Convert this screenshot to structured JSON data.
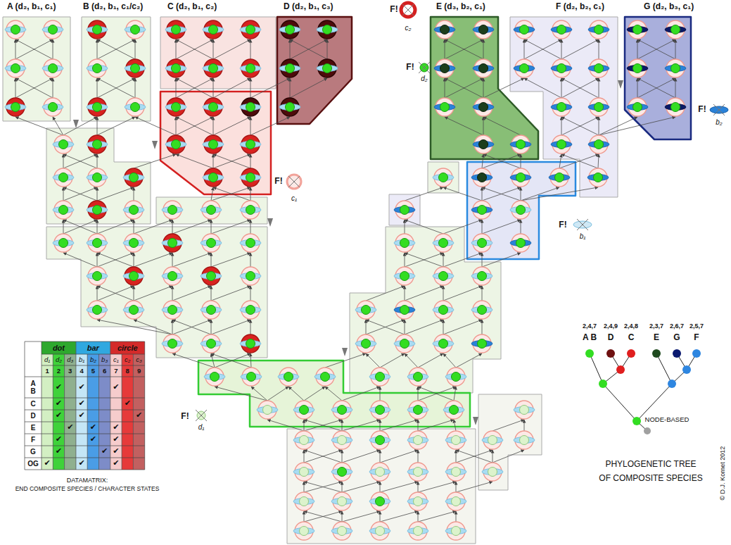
{
  "diagram": {
    "nodes": [
      {
        "text": [
          "A (d₂, b₁, c₁)"
        ]
      },
      {
        "text": [
          "B (d₂, b₁, c₁/c₂)"
        ]
      },
      {
        "text": [
          "C (d₂, b₁, c₂)"
        ]
      },
      {
        "text": [
          "D (d₂, b₁, c₃)"
        ]
      },
      {
        "text": [
          "E (d₃, b₂, c₁)"
        ]
      },
      {
        "text": [
          "F (d₂, b₂, c₁)"
        ]
      },
      {
        "text": [
          "G (d₂, b₃, c₁)"
        ]
      }
    ],
    "labels": [
      "F!",
      "c₂",
      "F!",
      "d₂",
      "F!",
      "b₂",
      "F!",
      "c₁",
      "F!",
      "b₁",
      "F!",
      "d₁",
      "dot",
      "bar",
      "circle",
      "d₁",
      "d₂",
      "d₃",
      "b₁",
      "b₂",
      "b₃",
      "c₁",
      "c₂",
      "c₃",
      "1",
      "2",
      "3",
      "4",
      "5",
      "6",
      "7",
      "8",
      "9",
      "A B",
      "C",
      "D",
      "E",
      "F",
      "G",
      "OG",
      "✔",
      "✔",
      "✔",
      "✔",
      "✔",
      "✔",
      "✔",
      "✔",
      "✔",
      "✔",
      "✔",
      "✔",
      "✔",
      "✔",
      "✔",
      "✔",
      "✔",
      "✔",
      "✔",
      "✔",
      "✔",
      "DATAMATRIX:",
      "END COMPOSITE SPECIES / CHARACTER STATES",
      "2,4,7",
      "A B",
      "2,4,9",
      "D",
      "2,4,8",
      "C",
      "2,3,7",
      "E",
      "2,6,7",
      "G",
      "2,5,7",
      "F",
      "NODE-BASED",
      "PHYLOGENETIC TREE",
      "OF COMPOSITE SPECIES",
      "© D.J. Kornet 2012"
    ]
  }
}
